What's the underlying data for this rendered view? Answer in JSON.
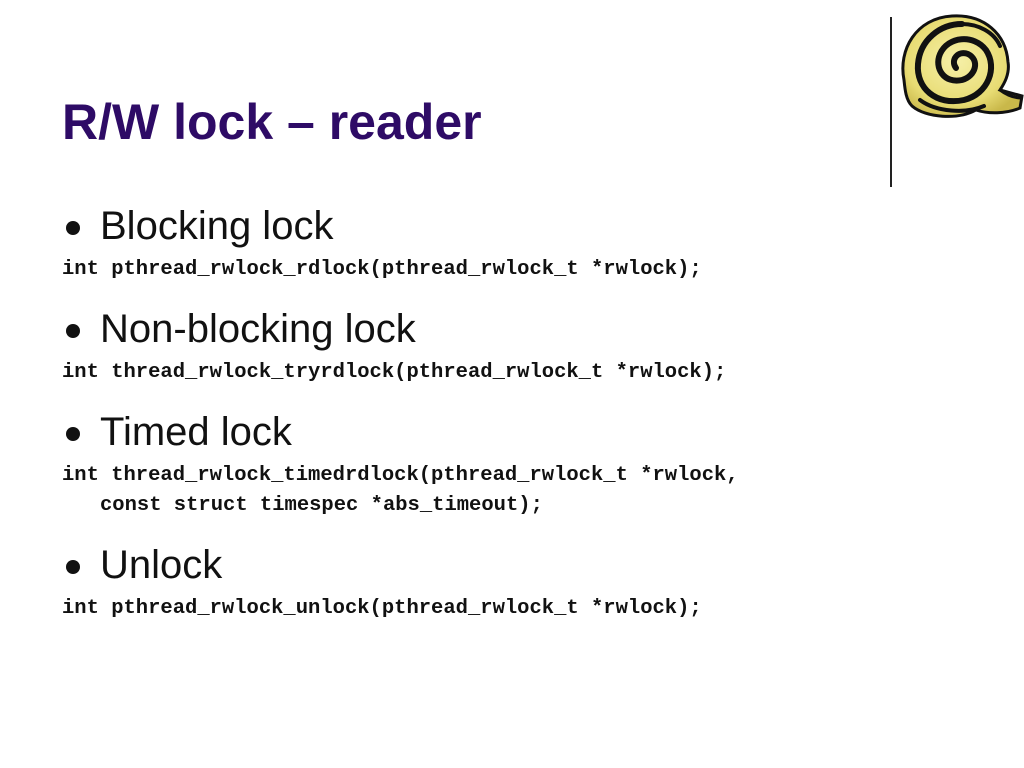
{
  "slide": {
    "title": "R/W lock – reader",
    "title_color": "#2e0b66",
    "logo_icon": "spiral-snail-shell-icon",
    "bullets": [
      {
        "label": "Blocking lock",
        "code": [
          "int pthread_rwlock_rdlock(pthread_rwlock_t *rwlock);"
        ]
      },
      {
        "label": "Non-blocking lock",
        "code": [
          "int thread_rwlock_tryrdlock(pthread_rwlock_t *rwlock);"
        ]
      },
      {
        "label": "Timed lock",
        "code": [
          "int thread_rwlock_timedrdlock(pthread_rwlock_t *rwlock,",
          "const struct timespec *abs_timeout);"
        ]
      },
      {
        "label": "Unlock",
        "code": [
          "int pthread_rwlock_unlock(pthread_rwlock_t *rwlock);"
        ]
      }
    ]
  }
}
